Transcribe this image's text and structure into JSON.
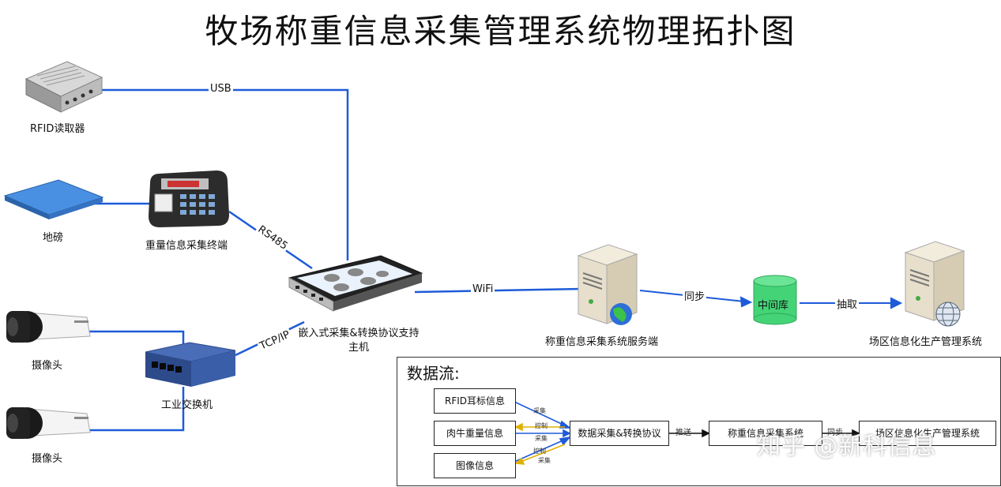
{
  "title": "牧场称重信息采集管理系统物理拓扑图",
  "devices": {
    "rfid_reader": "RFID读取器",
    "scale": "地磅",
    "weigh_terminal": "重量信息采集终端",
    "camera1": "摄像头",
    "camera2": "摄像头",
    "switch": "工业交换机",
    "host": "嵌入式采集&转换协议支持主机",
    "server": "称重信息采集系统服务端",
    "middle_db": "中间库",
    "farm_system": "场区信息化生产管理系统"
  },
  "connections": {
    "usb": "USB",
    "rs485": "RS485",
    "tcpip": "TCP/IP",
    "wifi": "WiFi",
    "sync": "同步",
    "extract": "抽取"
  },
  "dataflow": {
    "title": "数据流:",
    "rfid_info": "RFID耳标信息",
    "weight_info": "肉牛重量信息",
    "image_info": "图像信息",
    "collect_convert": "数据采集&转换协议",
    "weigh_system": "称重信息采集系统",
    "farm_system": "场区信息化生产管理系统",
    "push": "推送",
    "sync": "同步",
    "collect1": "采集",
    "control1": "控制",
    "collect2": "采集",
    "control2": "控制",
    "collect3": "采集"
  },
  "watermark": "知乎 @新科信息",
  "colors": {
    "line": "#1e5bd8",
    "ctrl": "#e0b000",
    "db": "#44d477",
    "panel": "#243a78"
  }
}
